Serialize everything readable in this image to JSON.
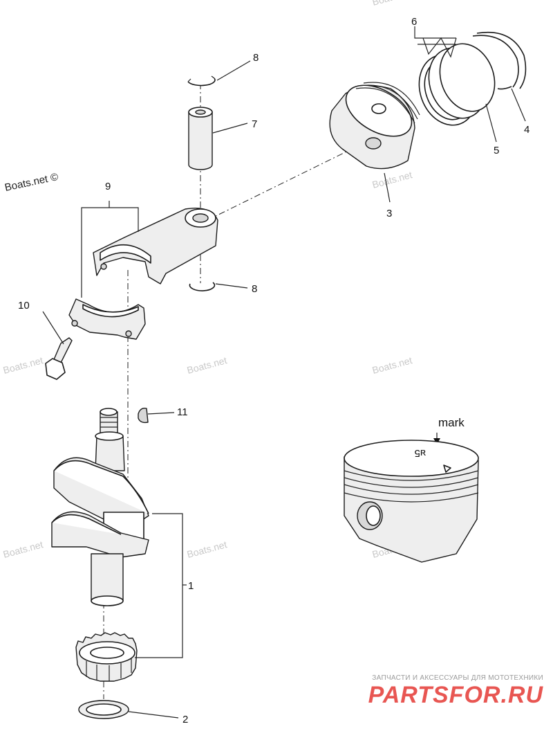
{
  "callouts": [
    {
      "id": "1",
      "label": "1"
    },
    {
      "id": "2",
      "label": "2"
    },
    {
      "id": "3",
      "label": "3"
    },
    {
      "id": "4",
      "label": "4"
    },
    {
      "id": "5",
      "label": "5"
    },
    {
      "id": "6",
      "label": "6"
    },
    {
      "id": "7",
      "label": "7"
    },
    {
      "id": "8a",
      "label": "8"
    },
    {
      "id": "8b",
      "label": "8"
    },
    {
      "id": "9",
      "label": "9"
    },
    {
      "id": "10",
      "label": "10"
    },
    {
      "id": "11",
      "label": "11"
    }
  ],
  "detail": {
    "mark_label": "mark",
    "crown_text": "ᴚ5"
  },
  "watermarks": {
    "text": "Boats.net",
    "primary": "Boats.net ©"
  },
  "brand": {
    "subtitle": "ЗАПЧАСТИ И АКСЕССУАРЫ ДЛЯ МОТОТЕХНИКИ",
    "logo": "PARTSFOR.RU",
    "color": "#e53935"
  }
}
